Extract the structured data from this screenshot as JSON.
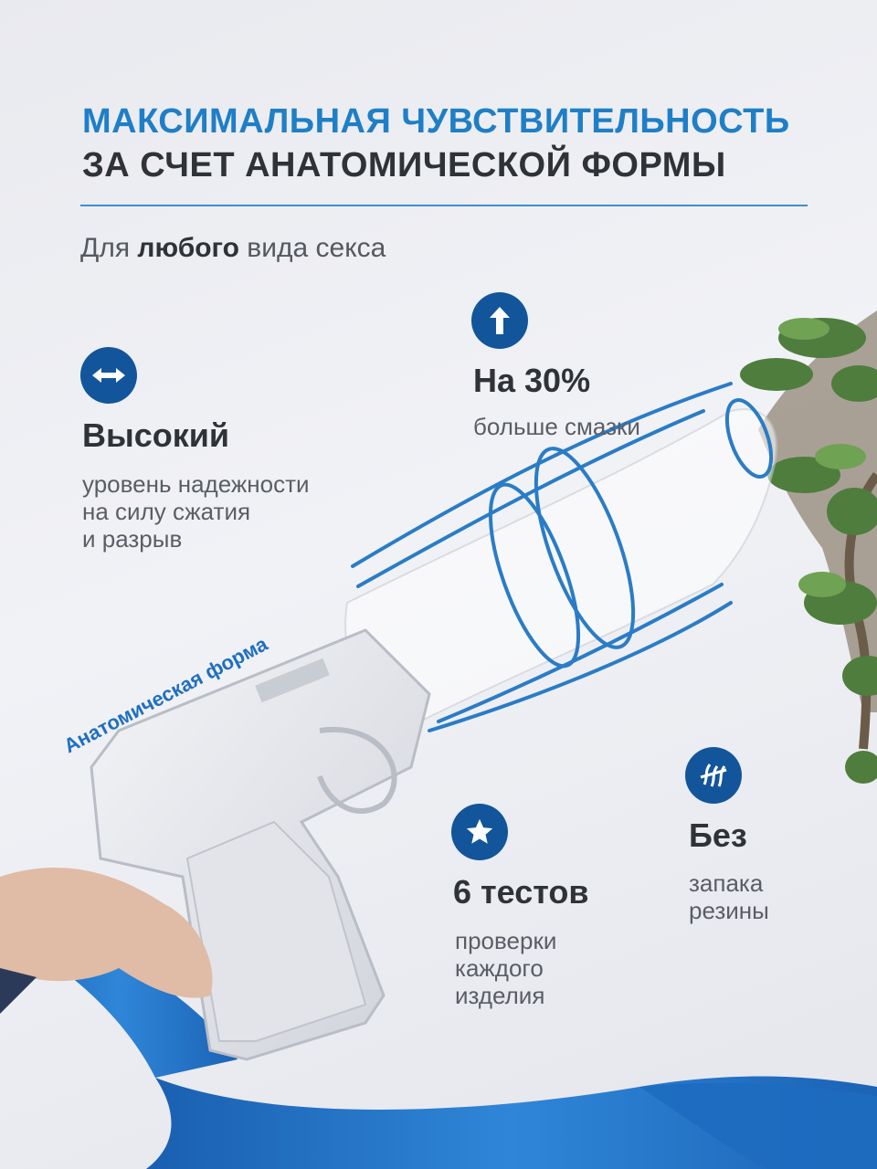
{
  "header": {
    "title_line1": "МАКСИМАЛЬНАЯ ЧУВСТВИТЕЛЬНОСТЬ",
    "title_line2": "ЗА СЧЕТ АНАТОМИЧЕСКОЙ ФОРМЫ",
    "subtitle_pre": "Для ",
    "subtitle_bold": "любого",
    "subtitle_post": " вида секса"
  },
  "features": {
    "reliability": {
      "icon": "double-arrow-icon",
      "heading": "Высокий",
      "text": "уровень надежности\nна силу сжатия\nи разрыв"
    },
    "lubricant": {
      "icon": "arrow-up-icon",
      "heading": "На 30%",
      "text": "больше смазки"
    },
    "tests": {
      "icon": "star-icon",
      "heading": "6 тестов",
      "text": "проверки\nкаждого\nизделия"
    },
    "smell": {
      "icon": "no-smell-icon",
      "heading": "Без",
      "text": "запака\nрезины"
    }
  },
  "curved_label": "Анатомическая форма",
  "colors": {
    "accent_blue": "#1f7fc6",
    "badge_blue": "#12559b",
    "dark_text": "#2f3338"
  }
}
